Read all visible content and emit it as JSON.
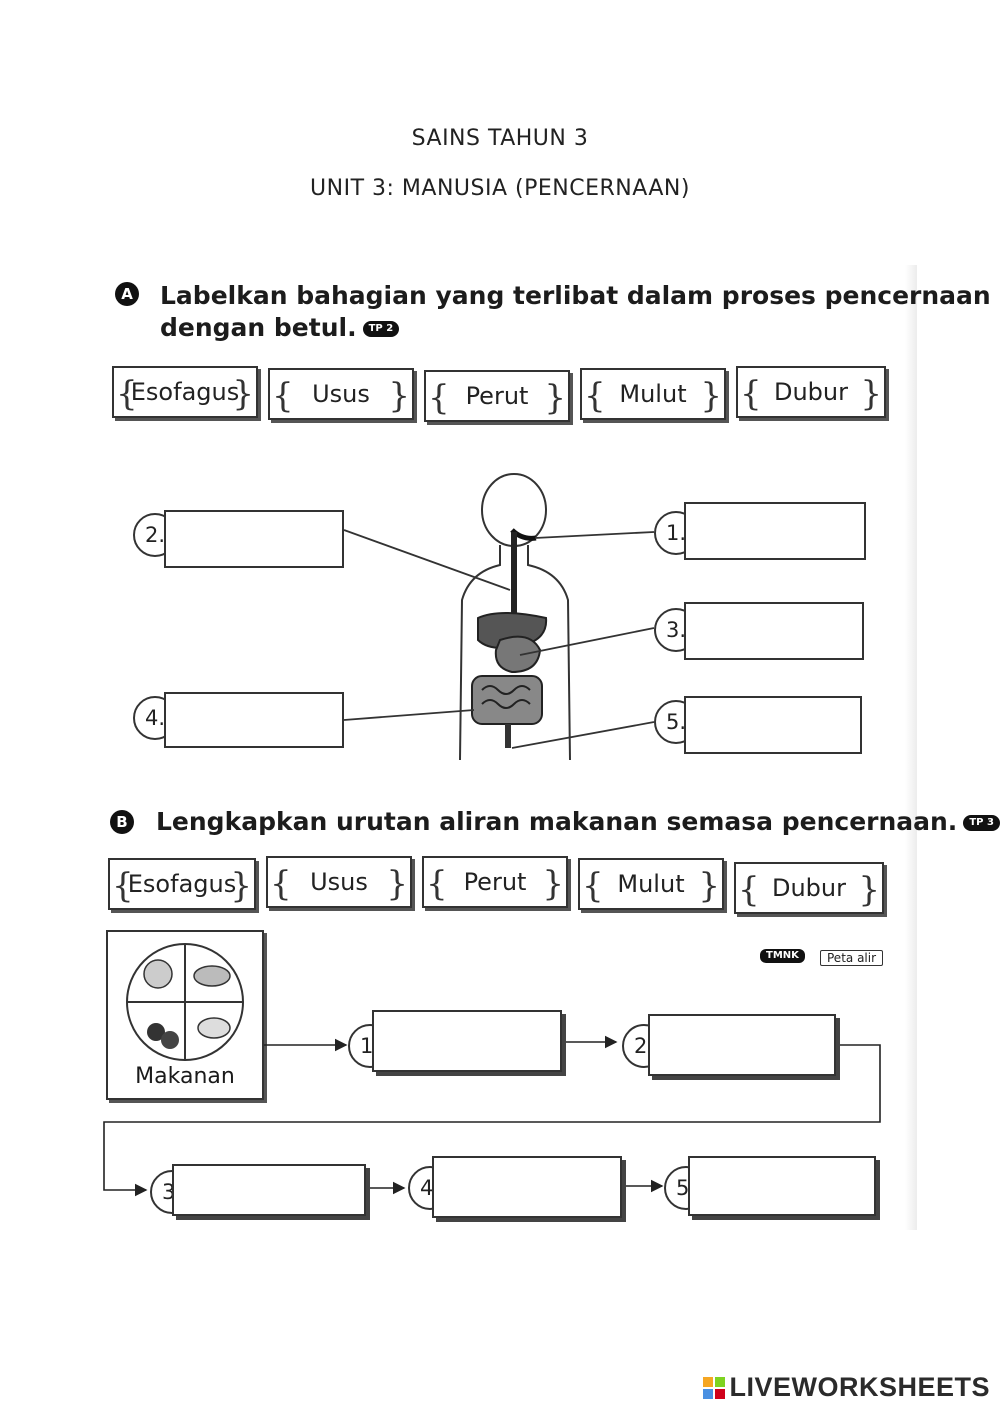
{
  "header": {
    "line1": "SAINS TAHUN 3",
    "line2": "UNIT 3: MANUSIA (PENCERNAAN)"
  },
  "section_a": {
    "badge": "A",
    "instruction_line1": "Labelkan bahagian yang terlibat dalam proses pencernaan",
    "instruction_line2": "dengan betul.",
    "tp": "TP 2",
    "word_bank": [
      "Esofagus",
      "Usus",
      "Perut",
      "Mulut",
      "Dubur"
    ],
    "labels": [
      "1.",
      "2.",
      "3.",
      "4.",
      "5."
    ]
  },
  "section_b": {
    "badge": "B",
    "instruction": "Lengkapkan urutan aliran makanan semasa pencernaan.",
    "tp": "TP 3",
    "word_bank": [
      "Esofagus",
      "Usus",
      "Perut",
      "Mulut",
      "Dubur"
    ],
    "food_label": "Makanan",
    "tag_tmnk": "TMNK",
    "tag_peta": "Peta alir",
    "steps": [
      "1.",
      "2.",
      "3.",
      "4.",
      "5."
    ]
  },
  "footer": {
    "brand": "LIVEWORKSHEETS",
    "logo_colors": [
      "#f5a623",
      "#7ed321",
      "#4a90e2",
      "#d0021b"
    ]
  }
}
